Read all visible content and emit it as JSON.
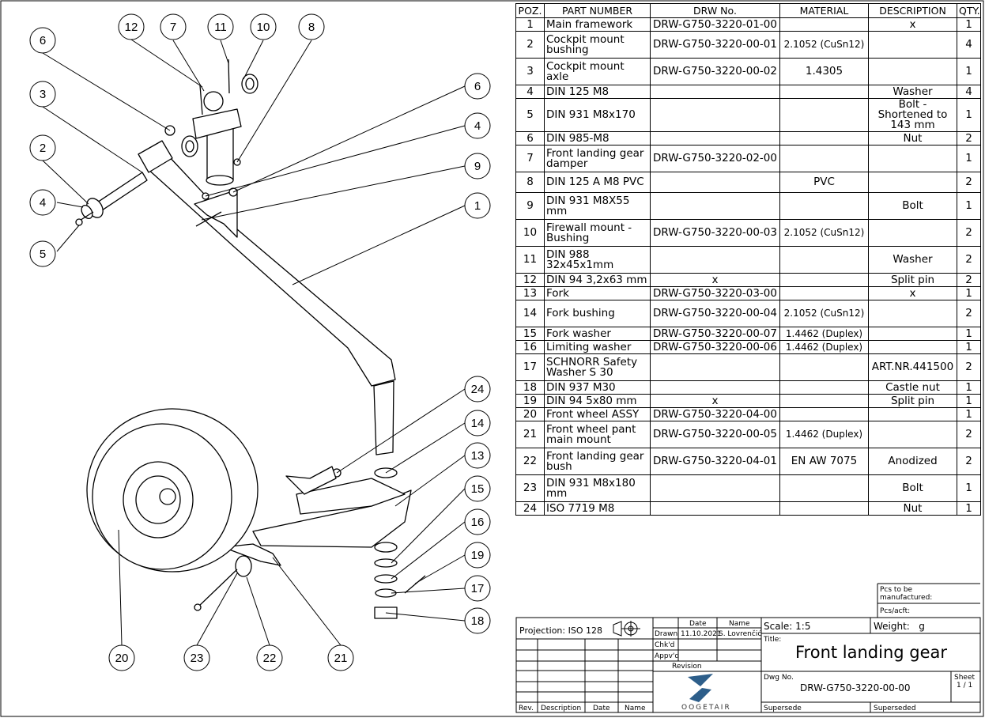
{
  "bom": {
    "headers": [
      "POZ.",
      "PART NUMBER",
      "DRW No.",
      "MATERIAL",
      "DESCRIPTION",
      "QTY."
    ],
    "rows": [
      {
        "poz": "1",
        "part": "Main framework",
        "drw": "DRW-G750-3220-01-00",
        "mat": "",
        "desc": "x",
        "qty": "1"
      },
      {
        "poz": "2",
        "part": "Cockpit mount bushing",
        "drw": "DRW-G750-3220-00-01",
        "mat": "2.1052 (CuSn12)",
        "desc": "",
        "qty": "4"
      },
      {
        "poz": "3",
        "part": "Cockpit mount axle",
        "drw": "DRW-G750-3220-00-02",
        "mat": "1.4305",
        "desc": "",
        "qty": "1"
      },
      {
        "poz": "4",
        "part": "DIN 125 M8",
        "drw": "",
        "mat": "",
        "desc": "Washer",
        "qty": "4"
      },
      {
        "poz": "5",
        "part": "DIN 931 M8x170",
        "drw": "",
        "mat": "",
        "desc": "Bolt - Shortened to 143 mm",
        "qty": "1"
      },
      {
        "poz": "6",
        "part": "DIN 985-M8",
        "drw": "",
        "mat": "",
        "desc": "Nut",
        "qty": "2"
      },
      {
        "poz": "7",
        "part": "Front landing gear damper",
        "drw": "DRW-G750-3220-02-00",
        "mat": "",
        "desc": "",
        "qty": "1"
      },
      {
        "poz": "8",
        "part": "DIN 125 A M8 PVC",
        "drw": "",
        "mat": "PVC",
        "desc": "",
        "qty": "2"
      },
      {
        "poz": "9",
        "part": "DIN 931 M8X55 mm",
        "drw": "",
        "mat": "",
        "desc": "Bolt",
        "qty": "1"
      },
      {
        "poz": "10",
        "part": "Firewall mount - Bushing",
        "drw": "DRW-G750-3220-00-03",
        "mat": "2.1052 (CuSn12)",
        "desc": "",
        "qty": "2"
      },
      {
        "poz": "11",
        "part": "DIN 988 32x45x1mm",
        "drw": "",
        "mat": "",
        "desc": "Washer",
        "qty": "2"
      },
      {
        "poz": "12",
        "part": "DIN 94 3,2x63 mm",
        "drw": "x",
        "mat": "",
        "desc": "Split pin",
        "qty": "2"
      },
      {
        "poz": "13",
        "part": "Fork",
        "drw": "DRW-G750-3220-03-00",
        "mat": "",
        "desc": "x",
        "qty": "1"
      },
      {
        "poz": "14",
        "part": "Fork bushing",
        "drw": "DRW-G750-3220-00-04",
        "mat": "2.1052 (CuSn12)",
        "desc": "",
        "qty": "2"
      },
      {
        "poz": "15",
        "part": "Fork washer",
        "drw": "DRW-G750-3220-00-07",
        "mat": "1.4462 (Duplex)",
        "desc": "",
        "qty": "1"
      },
      {
        "poz": "16",
        "part": "Limiting washer",
        "drw": "DRW-G750-3220-00-06",
        "mat": "1.4462 (Duplex)",
        "desc": "",
        "qty": "1"
      },
      {
        "poz": "17",
        "part": "SCHNORR Safety Washer S 30",
        "drw": "",
        "mat": "",
        "desc": "ART.NR.441500",
        "qty": "2"
      },
      {
        "poz": "18",
        "part": "DIN 937 M30",
        "drw": "",
        "mat": "",
        "desc": "Castle nut",
        "qty": "1"
      },
      {
        "poz": "19",
        "part": "DIN 94 5x80 mm",
        "drw": "x",
        "mat": "",
        "desc": "Split pin",
        "qty": "1"
      },
      {
        "poz": "20",
        "part": "Front wheel ASSY",
        "drw": "DRW-G750-3220-04-00",
        "mat": "",
        "desc": "",
        "qty": "1"
      },
      {
        "poz": "21",
        "part": "Front wheel pant main mount",
        "drw": "DRW-G750-3220-00-05",
        "mat": "1.4462 (Duplex)",
        "desc": "",
        "qty": "2"
      },
      {
        "poz": "22",
        "part": "Front landing gear bush",
        "drw": "DRW-G750-3220-04-01",
        "mat": "EN AW 7075",
        "desc": "Anodized",
        "qty": "2"
      },
      {
        "poz": "23",
        "part": "DIN 931 M8x180 mm",
        "drw": "",
        "mat": "",
        "desc": "Bolt",
        "qty": "1"
      },
      {
        "poz": "24",
        "part": "ISO 7719 M8",
        "drw": "",
        "mat": "",
        "desc": "Nut",
        "qty": "1"
      }
    ]
  },
  "balloons": [
    "12",
    "7",
    "11",
    "10",
    "8",
    "6",
    "3",
    "2",
    "4",
    "5",
    "6",
    "4",
    "9",
    "1",
    "24",
    "14",
    "13",
    "15",
    "16",
    "19",
    "17",
    "18",
    "20",
    "23",
    "22",
    "21"
  ],
  "title_block": {
    "projection": "Projection: ISO 128",
    "date_label": "Date",
    "name_label": "Name",
    "drawn_label": "Drawn",
    "drawn_date": "11.10.2021",
    "drawn_name": "S. Lovrenčić",
    "chkd_label": "Chk'd",
    "appvd_label": "Appv'd",
    "revision_label": "Revision",
    "rev_label": "Rev.",
    "description_label": "Description",
    "rev_date_label": "Date",
    "rev_name_label": "Name",
    "company": "OOGETAIR",
    "pcs_manufactured_label": "Pcs to be manufactured:",
    "pcs_acft_label": "Pcs/acft:",
    "scale": "Scale: 1:5",
    "weight": "Weight:   g",
    "title_label": "Title:",
    "title": "Front landing gear",
    "dwg_no_label": "Dwg No.",
    "dwg_no": "DRW-G750-3220-00-00",
    "sheet_label": "Sheet",
    "sheet": "1 / 1",
    "supersede_label": "Supersede",
    "superseded_label": "Superseded"
  }
}
